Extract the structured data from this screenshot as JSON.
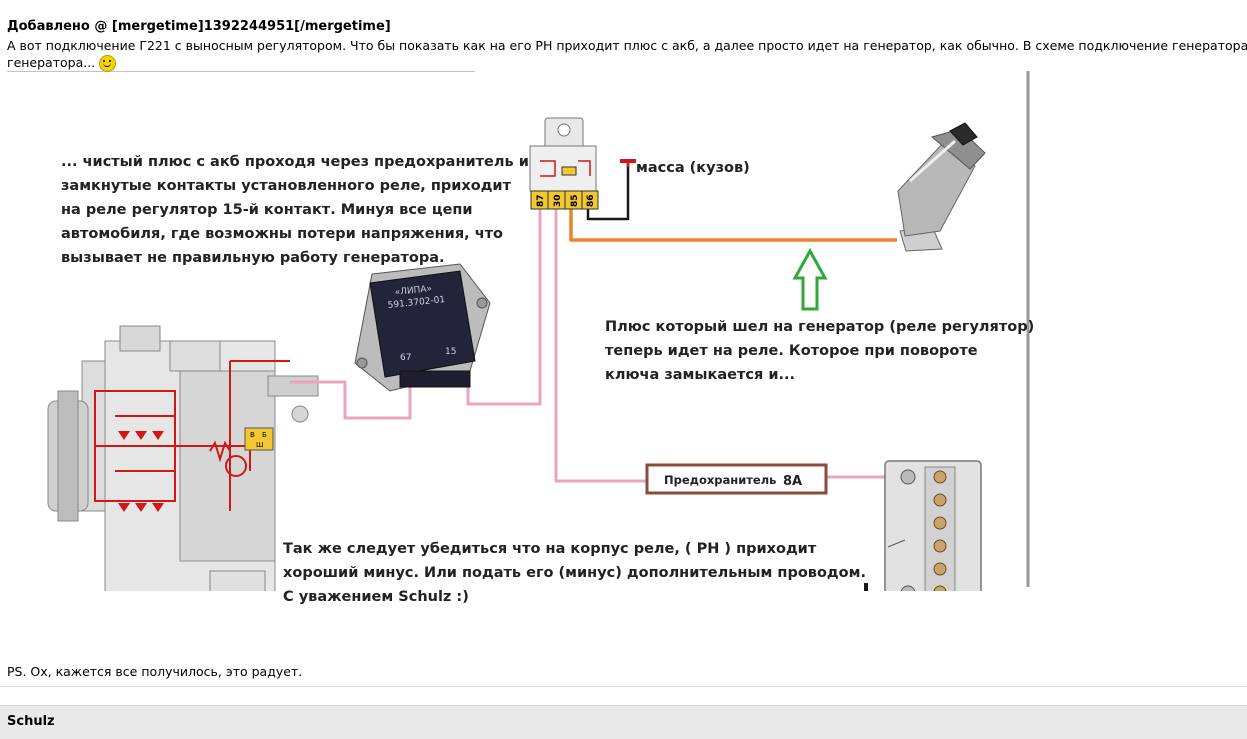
{
  "post": {
    "header": "Добавлено @ [mergetime]1392244951[/mergetime]",
    "text_line1": "А вот подключение Г221 с выносным регулятором. Что бы показать как на его РН приходит плюс с акб, а далее просто идет на генератор, как обычно. В схеме подключение генератора",
    "text_line2": "генератора...",
    "ps": "PS. Ох, кажется все получилось, это радует."
  },
  "diagram": {
    "annotation_top_lines": [
      "... чистый плюс с акб проходя через предохранитель и",
      "замкнутые контакты установленного реле, приходит",
      "на реле регулятор  15-й контакт. Минуя все цепи",
      "автомобиля, где возможны потери напряжения, что",
      "вызывает не правильную работу генератора."
    ],
    "annotation_right_lines": [
      "Плюс который шел на генератор (реле регулятор)",
      "теперь идет на реле.  Которое при  повороте",
      "ключа замыкается и..."
    ],
    "annotation_bottom_lines": [
      "Так же следует убедиться что на корпус  реле, ( РН )  приходит",
      "хороший минус. Или подать его (минус) дополнительным проводом.",
      "С уважением Schulz  :)"
    ],
    "ground_label": "масса (кузов)",
    "fuse_label": "Предохранитель",
    "fuse_rating": "8А",
    "relay_pins": [
      "87",
      "30",
      "85",
      "86"
    ],
    "regulator_code": "591.3702-01",
    "regulator_pin_67": "67",
    "regulator_pin_15": "15",
    "generator_terminal_labels": [
      "В",
      "Б",
      "Ш"
    ],
    "colors": {
      "wire_pink": "#e8a4c0",
      "wire_orange": "#e8842c",
      "wire_black": "#1a1a1a",
      "wire_red": "#d01818",
      "arrow_green": "#2fa83a",
      "relay_pins_yellow": "#f2c832",
      "fuse_border": "#8b4a3a"
    }
  },
  "author_bar": {
    "name": "Schulz"
  }
}
